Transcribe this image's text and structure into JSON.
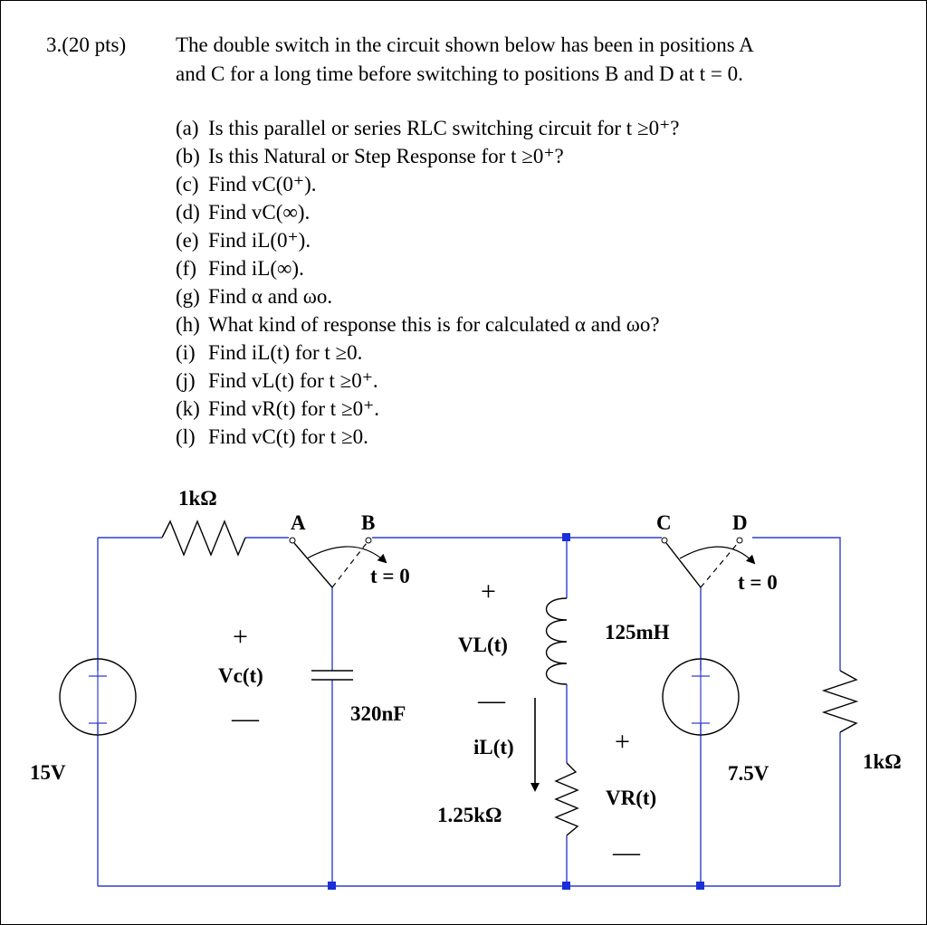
{
  "problem": {
    "number": "3.(20 pts)",
    "intro_lines": [
      "The double switch in the circuit shown below has been in positions A",
      "and C for a long time before switching to positions B and D at t = 0."
    ],
    "parts": [
      {
        "label": "(a)",
        "text": "Is this parallel or series RLC switching circuit for t ≥0⁺?"
      },
      {
        "label": "(b)",
        "text": "Is this Natural or Step Response for t ≥0⁺?"
      },
      {
        "label": "(c)",
        "text": "Find vC(0⁺)."
      },
      {
        "label": "(d)",
        "text": "Find vC(∞)."
      },
      {
        "label": "(e)",
        "text": "Find iL(0⁺)."
      },
      {
        "label": "(f)",
        "text": "Find iL(∞)."
      },
      {
        "label": "(g)",
        "text": "Find α and ωo."
      },
      {
        "label": "(h)",
        "text": "What kind of response this is for calculated α and ωo?"
      },
      {
        "label": "(i)",
        "text": "Find iL(t) for t ≥0."
      },
      {
        "label": "(j)",
        "text": "Find vL(t) for t ≥0⁺."
      },
      {
        "label": "(k)",
        "text": "Find vR(t) for t ≥0⁺."
      },
      {
        "label": "(l)",
        "text": "Find vC(t) for t ≥0."
      }
    ]
  },
  "circuit": {
    "r1": "1kΩ",
    "source1": "15V",
    "switch_left": {
      "pos1": "A",
      "pos2": "B",
      "time": "t = 0"
    },
    "switch_right": {
      "pos1": "C",
      "pos2": "D",
      "time": "t = 0"
    },
    "vc_label": "Vc(t)",
    "vc_plus": "+",
    "vc_minus": "—",
    "capacitor": "320nF",
    "vl_label": "VL(t)",
    "vl_plus": "+",
    "vl_minus": "—",
    "inductor": "125mH",
    "il_label": "iL(t)",
    "r_series": "1.25kΩ",
    "vr_label": "VR(t)",
    "vr_plus": "+",
    "vr_minus": "—",
    "source2": "7.5V",
    "r2": "1kΩ",
    "source_plus": "+",
    "source_minus": "—"
  }
}
